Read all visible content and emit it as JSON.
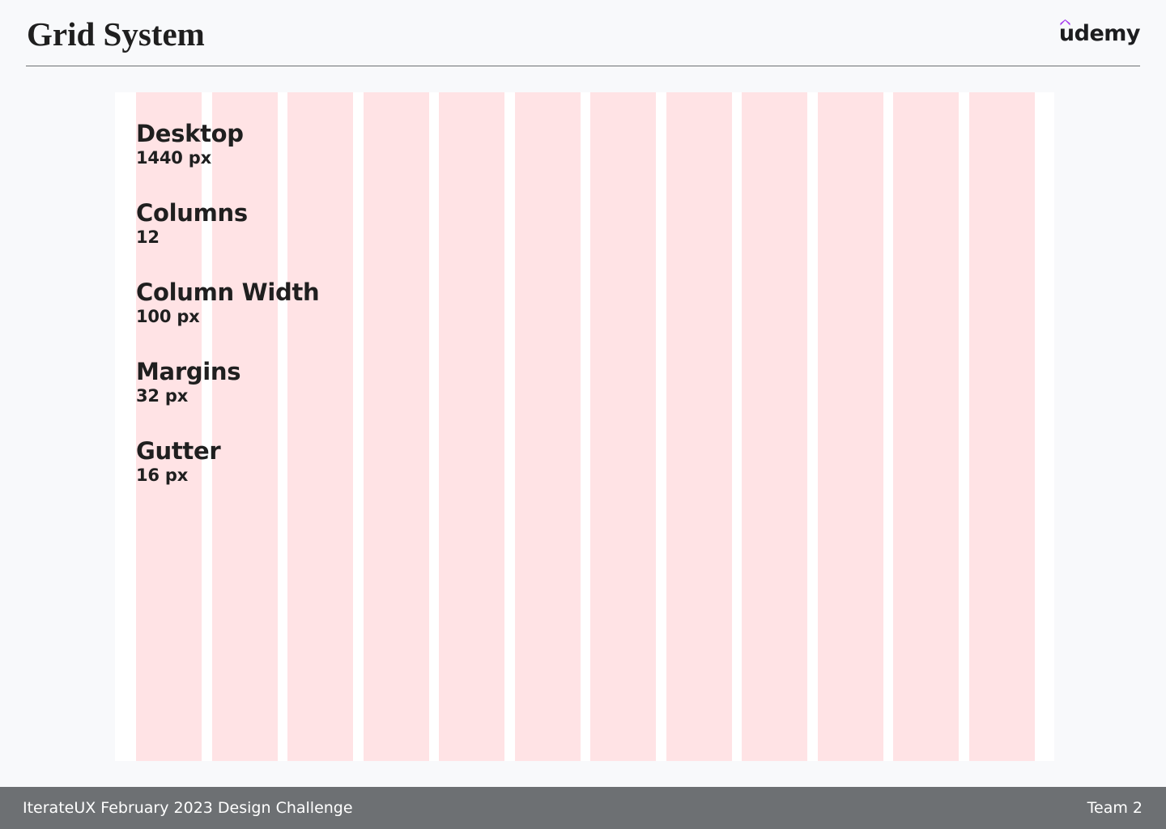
{
  "header": {
    "title": "Grid System",
    "logo_text": "udemy",
    "logo_accent": "#a435f0"
  },
  "grid": {
    "column_count": 12,
    "column_color": "#ffe3e5",
    "canvas_color": "#ffffff"
  },
  "specs": [
    {
      "label": "Desktop",
      "value": "1440 px"
    },
    {
      "label": "Columns",
      "value": "12"
    },
    {
      "label": "Column Width",
      "value": "100 px"
    },
    {
      "label": "Margins",
      "value": "32 px"
    },
    {
      "label": "Gutter",
      "value": "16 px"
    }
  ],
  "footer": {
    "left_text": "IterateUX February 2023 Design Challenge",
    "right_text": "Team 2",
    "background": "#6d7073"
  }
}
